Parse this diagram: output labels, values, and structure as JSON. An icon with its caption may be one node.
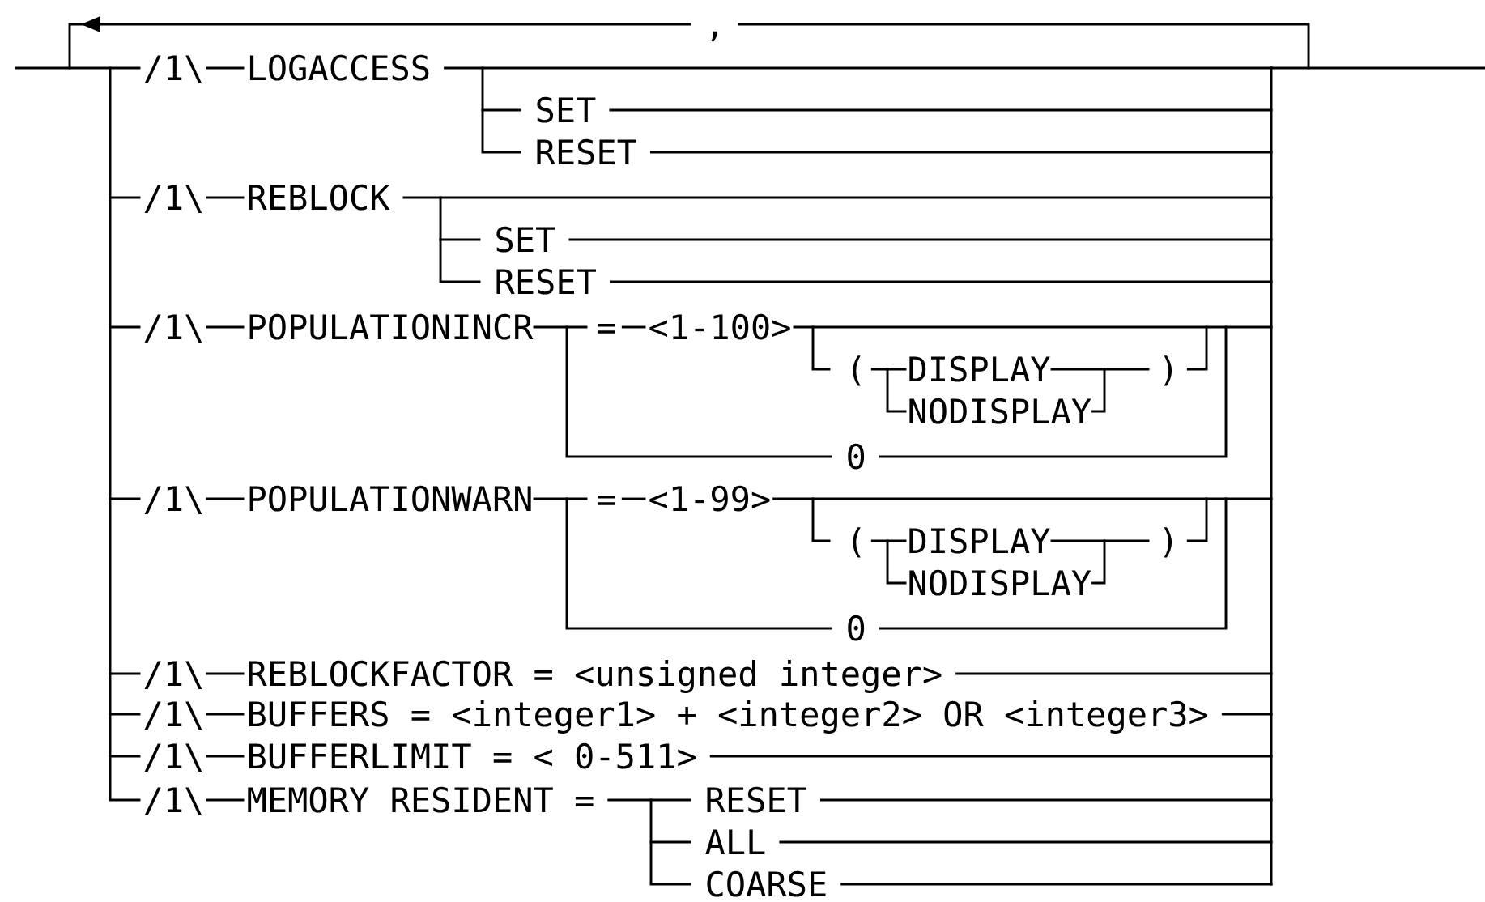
{
  "diagram": {
    "labels": [
      ",",
      "/1\\",
      "LOGACCESS",
      "SET",
      "RESET",
      "/1\\",
      "REBLOCK",
      "SET",
      "RESET",
      "/1\\",
      "POPULATIONINCR",
      "=",
      "<1-100>",
      "(",
      "DISPLAY",
      ")",
      "NODISPLAY",
      "0",
      "/1\\",
      "POPULATIONWARN",
      "=",
      "<1-99>",
      "(",
      "DISPLAY",
      ")",
      "NODISPLAY",
      "0",
      "/1\\",
      "REBLOCKFACTOR = <unsigned integer>",
      "/1\\",
      "BUFFERS = <integer1> + <integer2> OR <integer3>",
      "/1\\",
      "BUFFERLIMIT = < 0-511>",
      "/1\\",
      "MEMORY RESIDENT =",
      "RESET",
      "ALL",
      "COARSE"
    ]
  }
}
